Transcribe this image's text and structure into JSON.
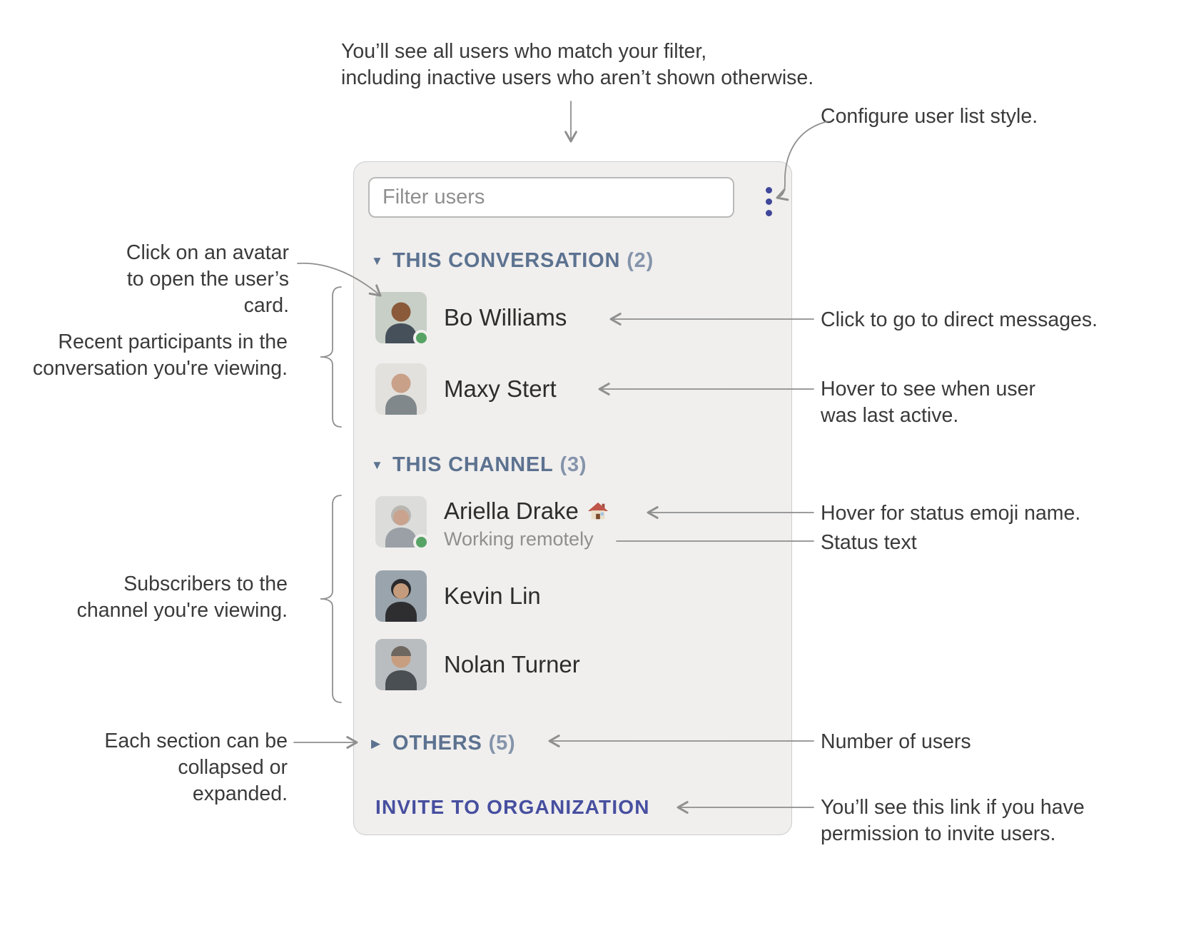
{
  "annotations": {
    "top_note": {
      "line1": "You’ll see all users who match your filter,",
      "line2": "including inactive users who aren’t shown otherwise."
    },
    "configure": "Configure user list style.",
    "avatar_click": {
      "line1": "Click on an avatar",
      "line2": "to open the user’s card."
    },
    "recent": {
      "line1": "Recent participants in the",
      "line2": "conversation you're viewing."
    },
    "dm": "Click to go to direct messages.",
    "last_active": {
      "line1": "Hover to see when user",
      "line2": "was last active."
    },
    "status_emoji": "Hover for status emoji name.",
    "status_text": "Status text",
    "subscribers": {
      "line1": "Subscribers to the",
      "line2": "channel you're viewing."
    },
    "collapse": {
      "line1": "Each section can be",
      "line2": "collapsed or expanded."
    },
    "number_of_users": "Number of users",
    "invite": {
      "line1": "You’ll see this link if you have",
      "line2": "permission to invite users."
    }
  },
  "panel": {
    "filter_placeholder": "Filter users",
    "sections": [
      {
        "label": "THIS CONVERSATION",
        "count": "(2)",
        "state": "expanded"
      },
      {
        "label": "THIS CHANNEL",
        "count": "(3)",
        "state": "expanded"
      },
      {
        "label": "OTHERS",
        "count": "(5)",
        "state": "collapsed"
      }
    ],
    "users": [
      {
        "name": "Bo Williams",
        "online": true
      },
      {
        "name": "Maxy Stert",
        "online": false
      },
      {
        "name": "Ariella Drake",
        "status_emoji": "house",
        "status_text": "Working remotely",
        "online": true
      },
      {
        "name": "Kevin Lin",
        "online": false
      },
      {
        "name": "Nolan Turner",
        "online": false
      }
    ],
    "invite_link": "INVITE TO ORGANIZATION"
  },
  "icons": {
    "expanded": "▼",
    "collapsed": "▶",
    "menu": "vertical-ellipsis",
    "presence": "green-dot",
    "status": "house-emoji"
  },
  "colors": {
    "accent": "#474f9f",
    "section_header": "#5c7290",
    "presence": "#57a365",
    "connector_line": "#8f8f8f",
    "panel_bg": "#f0efee"
  }
}
